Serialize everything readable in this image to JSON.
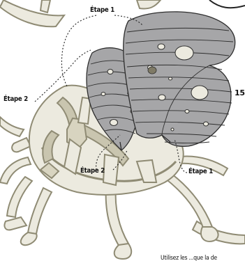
{
  "labels": {
    "step1_top": "Étape 1",
    "step2_left": "Étape 2",
    "step2_bottom": "Étape 2",
    "step1_bottom": "Étape 1",
    "part_number": "15",
    "footer_fragment": "Utilisez les ...que la de"
  },
  "colors": {
    "wing_fill": "#a6a6a8",
    "wing_stroke": "#2e2e2e",
    "body_light": "#eceadf",
    "body_mid": "#c9c5af",
    "body_shadow": "#8f8b74",
    "leader_line": "#222222"
  }
}
